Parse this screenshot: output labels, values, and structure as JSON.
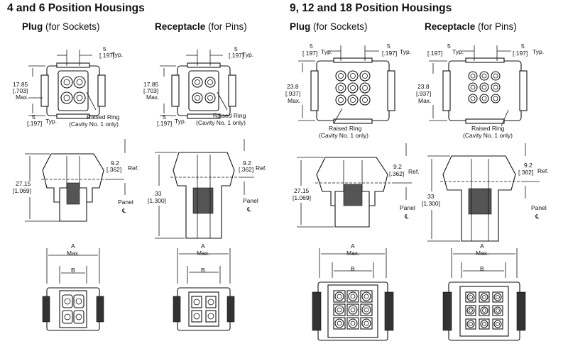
{
  "sections": [
    {
      "title": "4 and 6 Position Housings"
    },
    {
      "title": "9, 12 and 18 Position Housings"
    }
  ],
  "columns": [
    {
      "bold": "Plug",
      "rest": " (for Sockets)"
    },
    {
      "bold": "Receptacle",
      "rest": " (for Pins)"
    },
    {
      "bold": "Plug",
      "rest": " (for Sockets)"
    },
    {
      "bold": "Receptacle",
      "rest": " (for Pins)"
    }
  ],
  "dims": {
    "pitch": "5",
    "pitch_in": "[.197]",
    "typ": "Typ.",
    "small_h": "17.85",
    "small_h_in": "[.703]",
    "max": "Max.",
    "large_h": "23.8",
    "large_h_in": "[.937]",
    "raised1": "Raised Ring",
    "raised2": "(Cavity No. 1 only)",
    "ref": "9.2",
    "ref_in": "[.362]",
    "ref_lbl": "Ref.",
    "plug_len": "27.15",
    "plug_len_in": "[1.069]",
    "rec_len": "33",
    "rec_len_in": "[1.300]",
    "panel": "Panel",
    "cl": "℄",
    "A": "A",
    "Amax": "Max.",
    "B": "B"
  }
}
